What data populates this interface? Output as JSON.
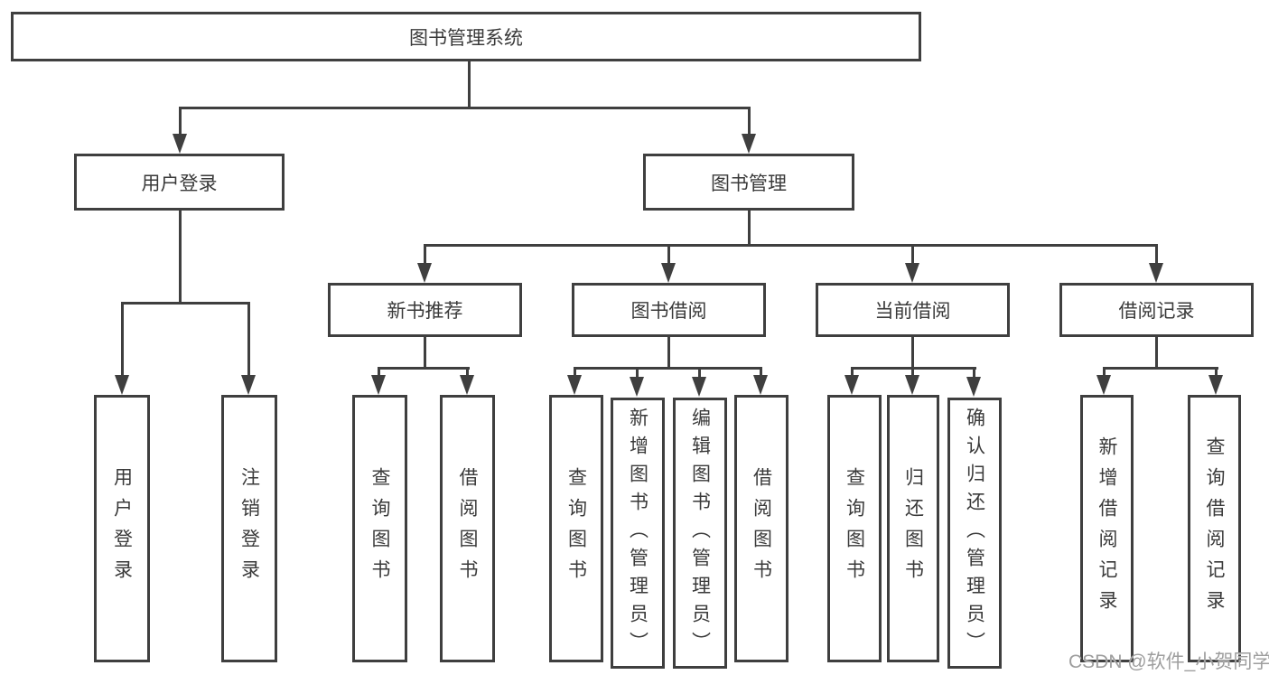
{
  "colors": {
    "line": "#3f3f3f",
    "text": "#3a3a3a",
    "background": "#ffffff",
    "watermark": "#9e9e9e"
  },
  "tree": {
    "root": {
      "label": "图书管理系统"
    },
    "branches": [
      {
        "label": "用户登录",
        "children": [
          {
            "label": "用户登录"
          },
          {
            "label": "注销登录"
          }
        ]
      },
      {
        "label": "图书管理",
        "children": [
          {
            "label": "新书推荐",
            "children": [
              {
                "label": "查询图书"
              },
              {
                "label": "借阅图书"
              }
            ]
          },
          {
            "label": "图书借阅",
            "children": [
              {
                "label": "查询图书"
              },
              {
                "label": "新增图书（管理员）"
              },
              {
                "label": "编辑图书（管理员）"
              },
              {
                "label": "借阅图书"
              }
            ]
          },
          {
            "label": "当前借阅",
            "children": [
              {
                "label": "查询图书"
              },
              {
                "label": "归还图书"
              },
              {
                "label": "确认归还（管理员）"
              }
            ]
          },
          {
            "label": "借阅记录",
            "children": [
              {
                "label": "新增借阅记录"
              },
              {
                "label": "查询借阅记录"
              }
            ]
          }
        ]
      }
    ]
  },
  "watermark": {
    "text": "CSDN @软件_小贺同学"
  }
}
